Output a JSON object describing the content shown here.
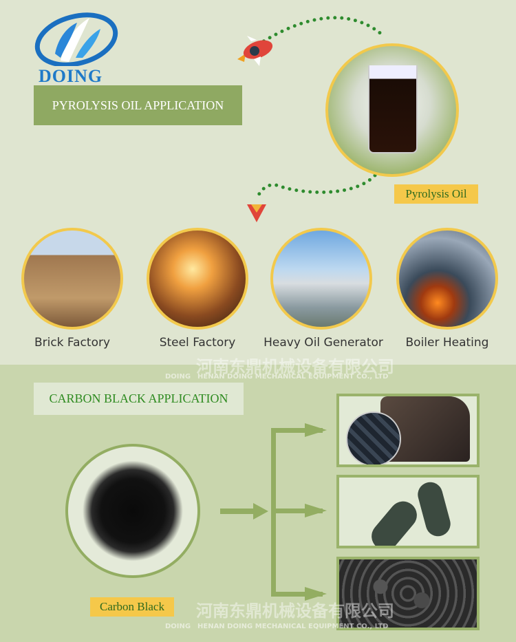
{
  "brand": {
    "logo_text": "DOING"
  },
  "pyrolysis_section": {
    "title": "PYROLYSIS OIL APPLICATION",
    "product_label": "Pyrolysis Oil",
    "applications": [
      {
        "label": "Brick Factory"
      },
      {
        "label": "Steel Factory"
      },
      {
        "label": "Heavy Oil Generator"
      },
      {
        "label": "Boiler Heating"
      }
    ]
  },
  "carbon_section": {
    "title": "CARBON BLACK APPLICATION",
    "product_label": "Carbon Black",
    "applications": [
      "shoe-sole",
      "insole",
      "carbon-black-briquettes"
    ]
  },
  "watermark": {
    "cn": "河南东鼎机械设备有限公司",
    "en": "HENAN DOING MECHANICAL EQUIPMENT CO., LTD",
    "logo": "DOING"
  },
  "colors": {
    "title_green": "#8fa962",
    "label_yellow": "#f5c84a",
    "ring_yellow": "#f2c94c",
    "arrow_green": "#93ad62",
    "dot_green": "#2e8b2e",
    "marker_red": "#e0453a"
  }
}
